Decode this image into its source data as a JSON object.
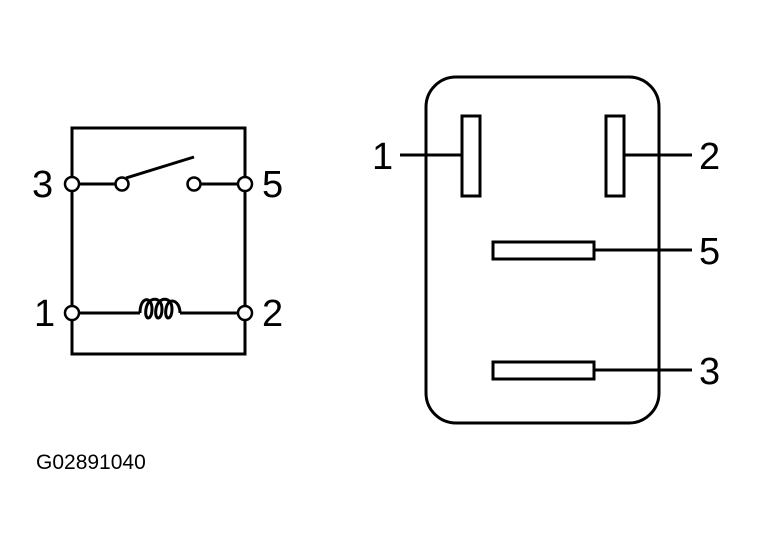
{
  "schematic": {
    "terminals": {
      "t3": "3",
      "t5": "5",
      "t1": "1",
      "t2": "2"
    }
  },
  "connector": {
    "pins": {
      "p1": "1",
      "p2": "2",
      "p5": "5",
      "p3": "3"
    }
  },
  "figure_code": "G02891040"
}
